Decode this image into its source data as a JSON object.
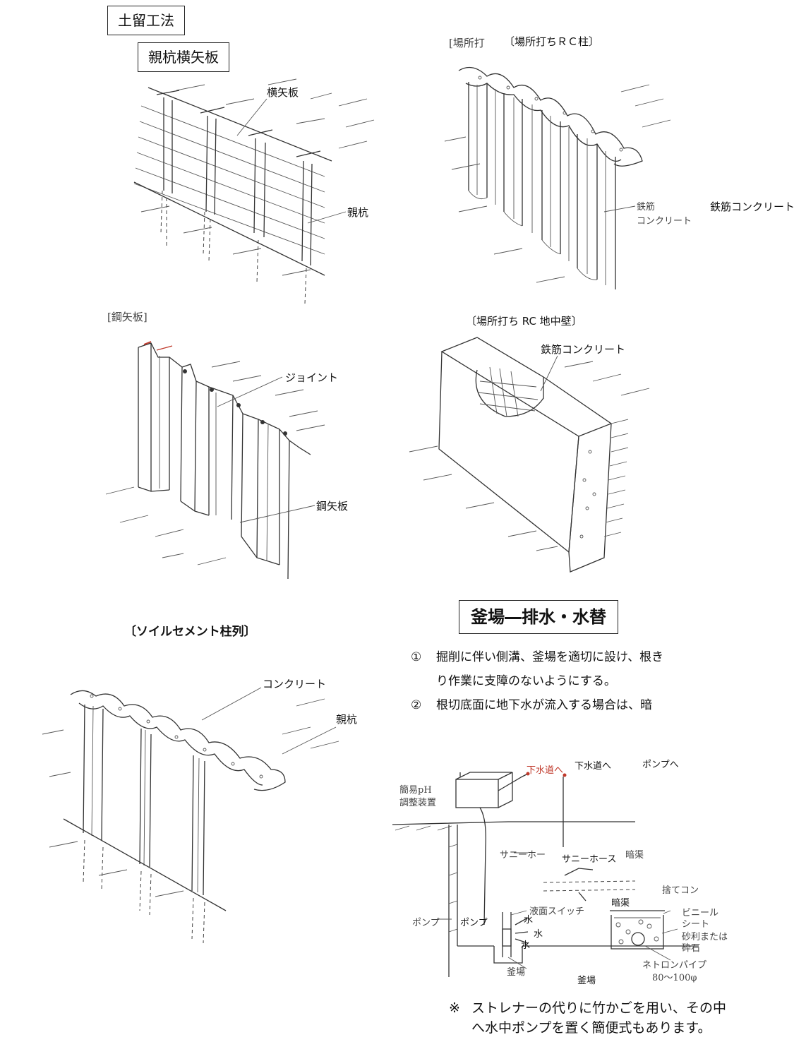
{
  "titles": {
    "main": "土留工法",
    "sub": "親杭横矢板"
  },
  "panel_oyakui": {
    "label_yokoyaita": "横矢板",
    "label_oyakui": "親杭"
  },
  "panel_rc_column": {
    "title_fragment": "[場所打",
    "title": "〔場所打ちＲＣ柱〕",
    "label_hand_1": "鉄筋",
    "label_hand_2": "コンクリート",
    "label": "鉄筋コンクリート"
  },
  "panel_sheetpile": {
    "title": "[鋼矢板]",
    "label_joint": "ジョイント",
    "label_sheetpile": "鋼矢板"
  },
  "panel_rc_wall": {
    "title": "〔場所打ち RC 地中壁〕",
    "label": "鉄筋コンクリート"
  },
  "panel_soilcement": {
    "title": "〔ソイルセメント柱列〕",
    "label_concrete": "コンクリート",
    "label_oyakui": "親杭"
  },
  "kamaba": {
    "title": "釜場―排水・水替",
    "item1_mark": "①",
    "item1_line1": "掘削に伴い側溝、釜場を適切に設け、根き",
    "item1_line2": "り作業に支障のないようにする。",
    "item2_mark": "②",
    "item2_line1": "根切底面に地下水が流入する場合は、暗"
  },
  "drain_diagram": {
    "hand_gesuido": "下水道へ",
    "label_gesuido": "下水道へ",
    "label_pump_he": "ポンプへ",
    "hand_ph_1": "簡易pH",
    "hand_ph_2": "調整装置",
    "hand_sunny": "サニーホー",
    "label_sunny": "サニーホース",
    "hand_ankyo": "暗渠",
    "hand_sutecon": "捨てコン",
    "label_ankyo": "暗渠",
    "hand_vinyl_1": "ビニール",
    "hand_vinyl_2": "シート",
    "hand_gravel_1": "砂利または",
    "hand_gravel_2": "砕石",
    "hand_netlon_1": "ネトロンパイプ",
    "hand_netlon_2": "80～100φ",
    "hand_switch": "液面スイッチ",
    "hand_pump": "ポンプ",
    "label_pump": "ポンプ",
    "label_water_1": "水",
    "label_water_2": "水",
    "label_water_3": "水",
    "hand_kamaba": "釜場",
    "label_kamaba": "釜場"
  },
  "footnote": {
    "mark": "※",
    "line1": "ストレナーの代りに竹かごを用い、その中",
    "line2": "へ水中ポンプを置く簡便式もあります。"
  }
}
